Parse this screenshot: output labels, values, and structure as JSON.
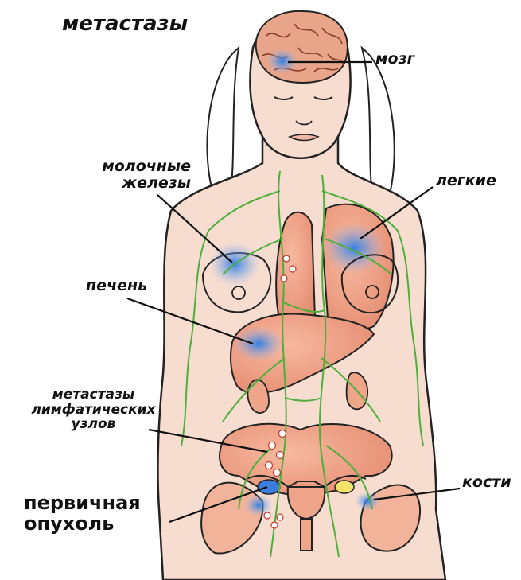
{
  "title": "метастазы",
  "labels": {
    "brain": "мозг",
    "breast_line1": "молочные",
    "breast_line2": "железы",
    "lungs": "легкие",
    "liver": "печень",
    "lymph_line1": "метастазы",
    "lymph_line2": "лимфатических",
    "lymph_line3": "узлов",
    "primary_line1": "первичная",
    "primary_line2": "опухоль",
    "bones": "кости"
  },
  "colors": {
    "skin": "#f7ddd0",
    "organ": "#ee9f84",
    "brain": "#e8a58a",
    "lymph": "#4caf3a",
    "metastasis": "#3a7fe0",
    "outline": "#222222"
  }
}
